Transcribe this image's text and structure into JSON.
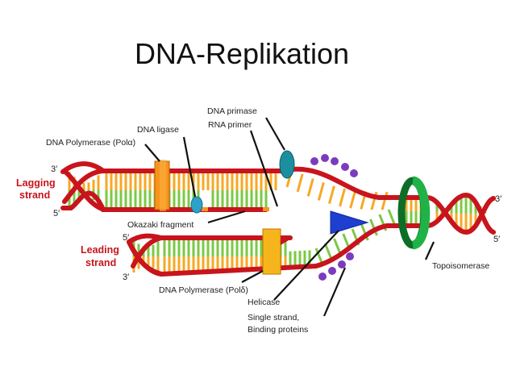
{
  "title": "DNA-Replikation",
  "labels": {
    "dna_primase": "DNA primase",
    "rna_primer": "RNA primer",
    "dna_ligase": "DNA ligase",
    "polymerase_alpha": "DNA Polymerase (Polα)",
    "okazaki_fragment": "Okazaki fragment",
    "polymerase_delta": "DNA Polymerase (Polδ)",
    "helicase": "Helicase",
    "ssb_line1": "Single strand,",
    "ssb_line2": "Binding proteins",
    "topoisomerase": "Topoisomerase"
  },
  "strands": {
    "lagging_line1": "Lagging",
    "lagging_line2": "strand",
    "leading_line1": "Leading",
    "leading_line2": "strand"
  },
  "ends": {
    "lag_top_left": "3′",
    "lag_bottom_left": "5′",
    "lead_top_left": "5′",
    "lead_bottom_left": "3′",
    "right_top": "3′",
    "right_bottom": "5′"
  },
  "colors": {
    "backbone": "#c8141c",
    "base_green": "#7ac943",
    "base_orange": "#f7a823",
    "polymerase": "#f7941d",
    "primase": "#1b8fa0",
    "ligase": "#2ea1c8",
    "helicase": "#1f3fd0",
    "topoisomerase": "#1a9a3a",
    "ssb": "#7c3bbf",
    "strand_label": "#c8141c"
  }
}
